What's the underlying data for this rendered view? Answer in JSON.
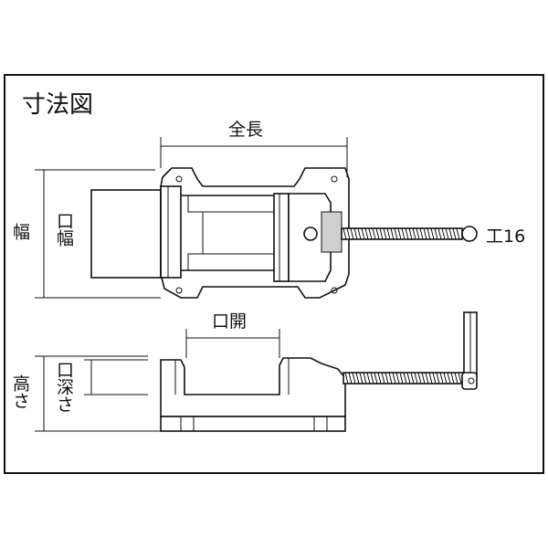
{
  "diagram": {
    "title": "寸法図",
    "labels": {
      "overall_length": "全長",
      "width": "幅",
      "jaw_width": "口幅",
      "jaw_opening": "口開",
      "height": "高さ",
      "jaw_depth": "口深さ",
      "handle_spec": "工16"
    }
  }
}
